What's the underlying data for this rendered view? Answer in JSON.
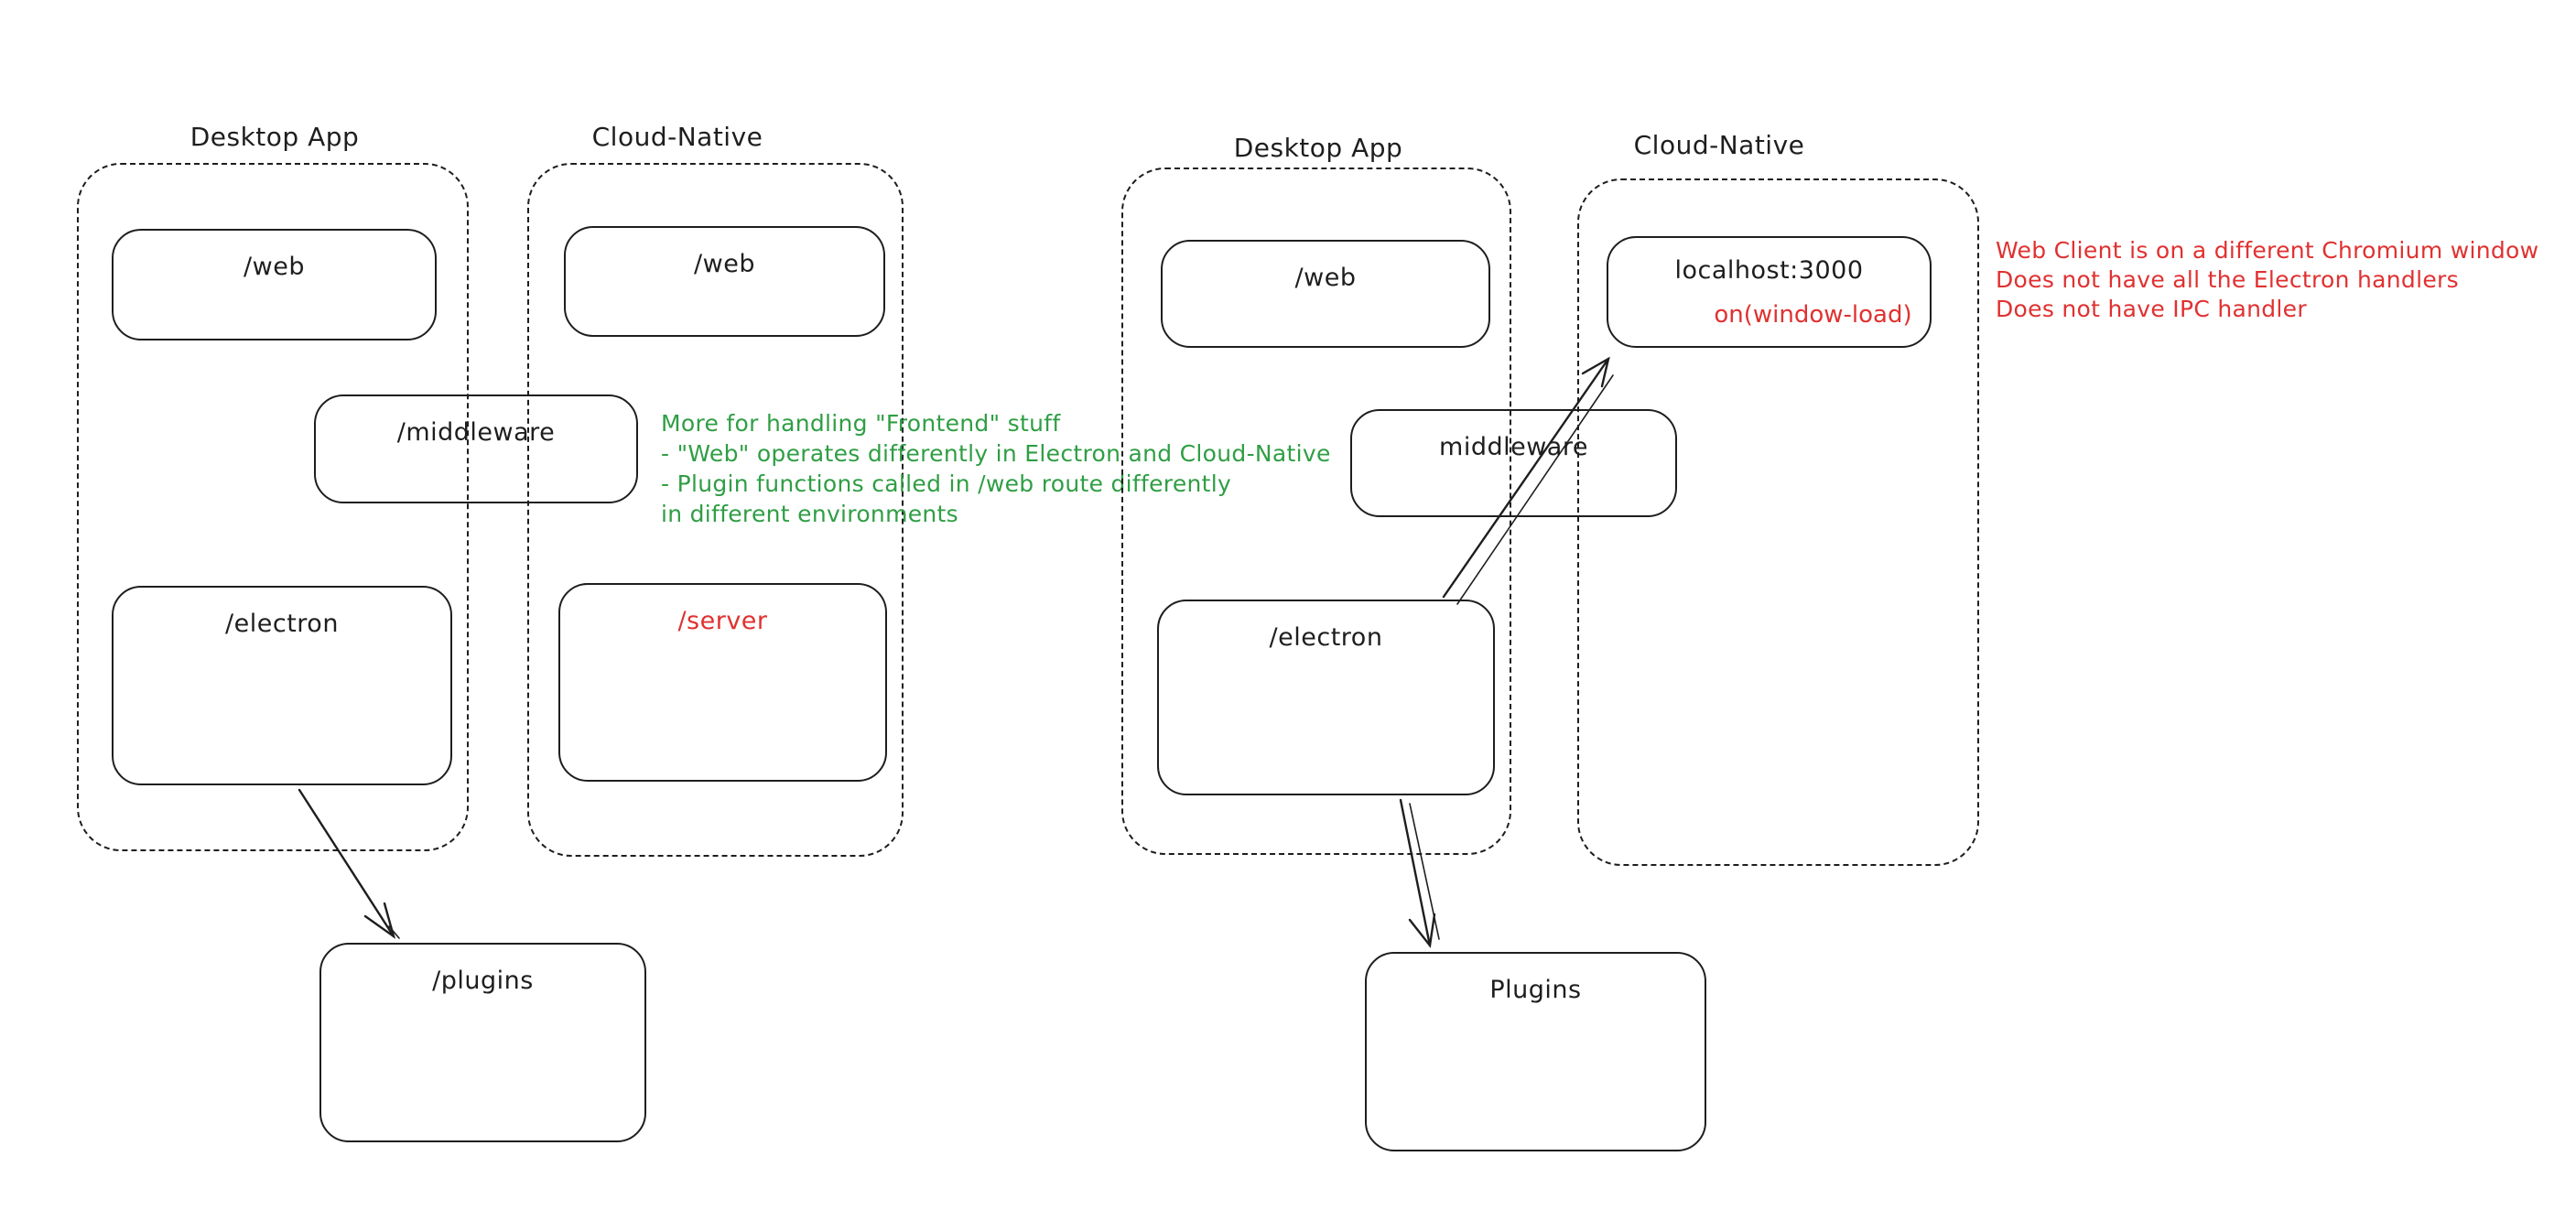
{
  "colors": {
    "stroke": "#1e1e1e",
    "red": "#e03131",
    "green": "#2f9e44",
    "background": "#ffffff"
  },
  "left_diagram": {
    "desktop_group_label": "Desktop App",
    "cloud_group_label": "Cloud-Native",
    "web_desktop_label": "/web",
    "web_cloud_label": "/web",
    "middleware_label": "/middleware",
    "electron_label": "/electron",
    "server_label": "/server",
    "plugins_label": "/plugins"
  },
  "right_diagram": {
    "desktop_group_label": "Desktop App",
    "cloud_group_label": "Cloud-Native",
    "web_label": "/web",
    "localhost_label": "localhost:3000",
    "window_load_label": "on(window-load)",
    "middleware_label": "middleware",
    "electron_label": "/electron",
    "plugins_label": "Plugins"
  },
  "annotations": {
    "green_note": {
      "color": "#2f9e44",
      "lines": [
        "More for handling \"Frontend\" stuff",
        "- \"Web\" operates differently in Electron and Cloud-Native",
        "- Plugin functions called in /web route differently",
        "in different environments"
      ]
    },
    "red_note": {
      "color": "#e03131",
      "lines": [
        "Web Client is on a different Chromium window",
        "Does not have all the Electron handlers",
        "Does not have IPC handler"
      ]
    }
  }
}
